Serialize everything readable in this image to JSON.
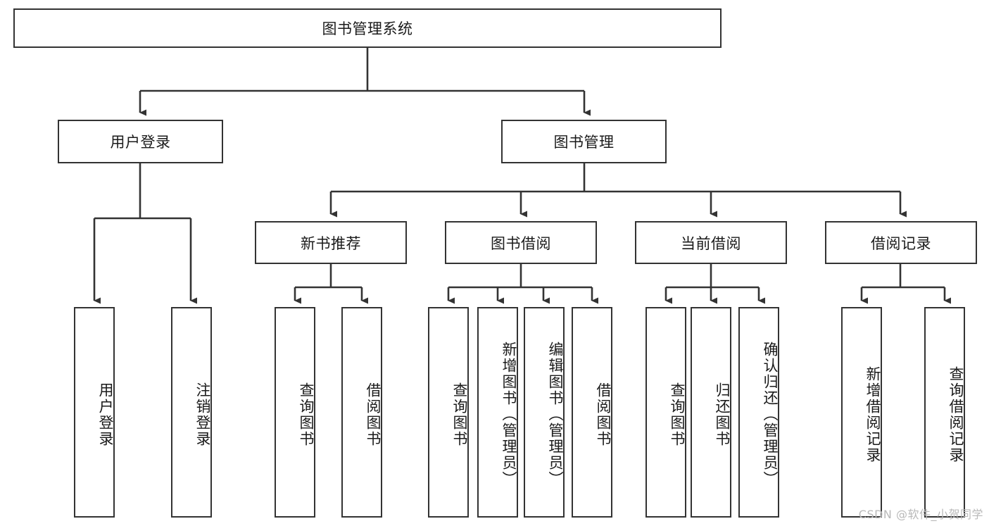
{
  "diagram": {
    "title_node": {
      "label": "图书管理系统"
    },
    "level2": [
      {
        "id": "user-login",
        "label": "用户登录"
      },
      {
        "id": "book-management",
        "label": "图书管理"
      }
    ],
    "level3": [
      {
        "id": "new-book-recommendation",
        "label": "新书推荐"
      },
      {
        "id": "book-borrow",
        "label": "图书借阅"
      },
      {
        "id": "current-borrow",
        "label": "当前借阅"
      },
      {
        "id": "borrow-record",
        "label": "借阅记录"
      }
    ],
    "level4": [
      {
        "id": "leaf-user-login",
        "label": "用户登录",
        "parent": "用户登录"
      },
      {
        "id": "leaf-logout-login",
        "label": "注销登录",
        "parent": "用户登录"
      },
      {
        "id": "leaf-query-book-1",
        "label": "查询图书",
        "parent": "新书推荐"
      },
      {
        "id": "leaf-borrow-book-1",
        "label": "借阅图书",
        "parent": "新书推荐"
      },
      {
        "id": "leaf-query-book-2",
        "label": "查询图书",
        "parent": "图书借阅"
      },
      {
        "id": "leaf-add-book",
        "label": "新增图书（管理员）",
        "parent": "图书借阅"
      },
      {
        "id": "leaf-edit-book",
        "label": "编辑图书（管理员）",
        "parent": "图书借阅"
      },
      {
        "id": "leaf-borrow-book-2",
        "label": "借阅图书",
        "parent": "图书借阅"
      },
      {
        "id": "leaf-query-book-3",
        "label": "查询图书",
        "parent": "当前借阅"
      },
      {
        "id": "leaf-return-book",
        "label": "归还图书",
        "parent": "当前借阅"
      },
      {
        "id": "leaf-confirm-return",
        "label": "确认归还（管理员）",
        "parent": "当前借阅"
      },
      {
        "id": "leaf-add-record",
        "label": "新增借阅记录",
        "parent": "借阅记录"
      },
      {
        "id": "leaf-query-record",
        "label": "查询借阅记录",
        "parent": "借阅记录"
      }
    ],
    "watermark": "CSDN @软件_小贺同学",
    "colors": {
      "stroke": "#333333",
      "box_fill": "#ffffff",
      "text": "#1a1a1a",
      "watermark": "#b9b9b9",
      "background": "#ffffff"
    }
  }
}
